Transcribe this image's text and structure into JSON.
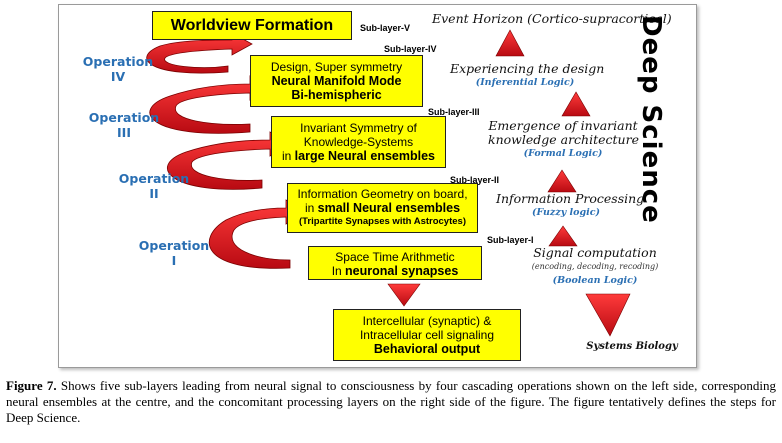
{
  "title": "Worldview Formation",
  "sublayers": [
    "Sub-layer-V",
    "Sub-layer-IV",
    "Sub-layer-III",
    "Sub-layer-II",
    "Sub-layer-I"
  ],
  "operations": [
    {
      "word": "Operation",
      "num": "IV"
    },
    {
      "word": "Operation",
      "num": "III"
    },
    {
      "word": "Operation",
      "num": "II"
    },
    {
      "word": "Operation",
      "num": "I"
    }
  ],
  "boxes": {
    "b4": {
      "l1": "Design, Super symmetry",
      "l2": "Neural Manifold Mode",
      "l3": "Bi-hemispheric"
    },
    "b3": {
      "l1": "Invariant Symmetry of",
      "l2": "Knowledge-Systems",
      "l3a": "in ",
      "l3b": "large Neural ensembles"
    },
    "b2": {
      "l1": "Information Geometry on board,",
      "l2a": "in ",
      "l2b": "small Neural ensembles",
      "l3": "(Tripartite Synapses with Astrocytes)"
    },
    "b1": {
      "l1": "Space Time Arithmetic",
      "l2a": "In ",
      "l2b": "neuronal synapses"
    },
    "b0": {
      "l1": "Intercellular (synaptic) &",
      "l2": "Intracellular cell signaling",
      "l3": "Behavioral output"
    }
  },
  "right": {
    "event": "Event Horizon (Cortico-supracortical)",
    "exp1": "Experiencing the design",
    "exp2": "(Inferential Logic)",
    "em1": "Emergence of invariant",
    "em2": "knowledge architecture",
    "em3": "(Formal Logic)",
    "ip1": "Information Processing",
    "ip2": "(Fuzzy logic)",
    "sc1": "Signal computation",
    "sc2": "(encoding, decoding, recoding)",
    "sc3": "(Boolean Logic)",
    "sb": "Systems Biology"
  },
  "vertical": "Deep Science",
  "caption": {
    "label": "Figure 7.",
    "text": " Shows five sub-layers leading from neural signal to consciousness by four cascading operations shown on the left side, corresponding neural ensembles at the centre, and the concomitant processing layers on the right side of the figure. The figure tentatively defines the steps for Deep Science."
  },
  "colors": {
    "box": "#ffff00",
    "arrow": "#e8141e",
    "op": "#2a6fb3"
  }
}
